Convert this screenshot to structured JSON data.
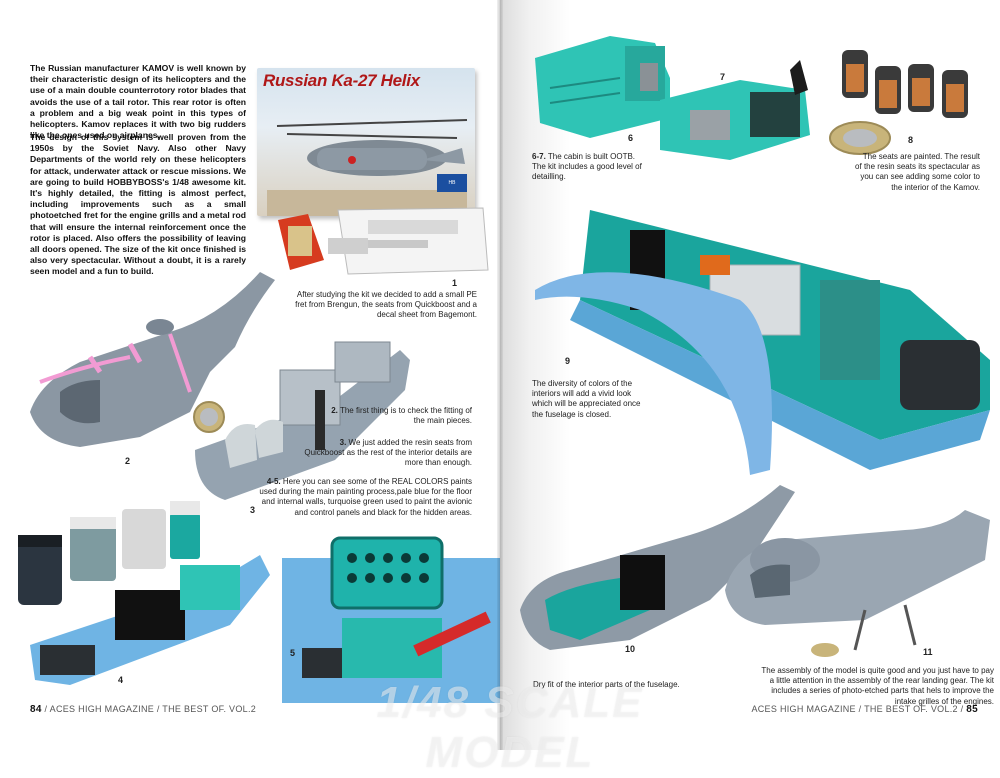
{
  "left_page": {
    "intro_paragraph_1": "The Russian manufacturer KAMOV is well known by their characteristic design of its helicopters and the use of a main double counterrotory rotor blades that avoids the use of a tail rotor. This rear rotor is often a problem and a big weak point in this types of helicopters. Kamov replaces it with two big rudders like the ones used on airplanes.",
    "intro_paragraph_2": "The design of this system is well proven from the 1950s by the Soviet Navy. Also other Navy Departments of the world rely on these helicopters for attack, underwater attack or rescue missions. We are going to build HOBBYBOSS's 1/48 awesome kit. It's highly detailed, the fitting is almost perfect, including improvements such as a small photoetched fret for the engine grills and a metal rod that will ensure the internal reinforcement once the rotor is placed. Also offers the possibility of leaving all doors opened. The size of the kit once finished is also very spectacular. Without a doubt, it is a rarely seen model and a fun to build.",
    "box_title": "Russian Ka-27 Helix",
    "caption_1_num": "1",
    "caption_1": "After studying the kit we decided to add a small PE fret from Brengun, the seats from Quickboost and a decal sheet from Bagemont.",
    "fig_2": "2",
    "caption_2_num": "2.",
    "caption_2": "The first thing is to check the fitting of the main pieces.",
    "caption_3_num": "3.",
    "caption_3": "We just added the resin seats from Quickboost as the rest of the interior details are more than enough.",
    "fig_3": "3",
    "caption_45_num": "4-5.",
    "caption_45": "Here you can see some of the REAL COLORS paints used during the main painting process,pale blue for the floor and internal walls, turquoise green used to paint the avionic and control panels and black for the hidden areas.",
    "fig_4": "4",
    "fig_5": "5",
    "footer_page": "84",
    "footer_text": "/  ACES HIGH MAGAZINE  /  THE BEST OF. VOL.2"
  },
  "right_page": {
    "fig_6": "6",
    "fig_7": "7",
    "caption_67_num": "6-7.",
    "caption_67": "The cabin is built OOTB. The kit includes a good level of detailling.",
    "fig_8": "8",
    "caption_8": "The seats are painted. The result of the resin seats its spectacular as you can see adding some color to the interior of the Kamov.",
    "fig_9": "9",
    "caption_9": "The diversity of colors of the interiors will add a vivid look which will be appreciated once the fuselage is closed.",
    "fig_10": "10",
    "caption_10": "Dry fit of the interior parts of the fuselage.",
    "fig_11": "11",
    "caption_11": "The assembly of the model is quite good and you just have to pay a little attention in the assembly of the rear landing gear. The kit includes a series of photo-etched parts that hels to improve the intake grilles of the engines.",
    "footer_text": "ACES HIGH MAGAZINE  /  THE BEST OF. VOL.2  /",
    "footer_page": "85"
  },
  "watermark": "1/48 SCALE MODEL",
  "colors": {
    "turquoise": "#2fc4b5",
    "pale_blue": "#6fb4e4",
    "grey_fuselage": "#8a96a3",
    "pink_stripe": "#f29bd3",
    "box_title_red": "#b01818"
  }
}
